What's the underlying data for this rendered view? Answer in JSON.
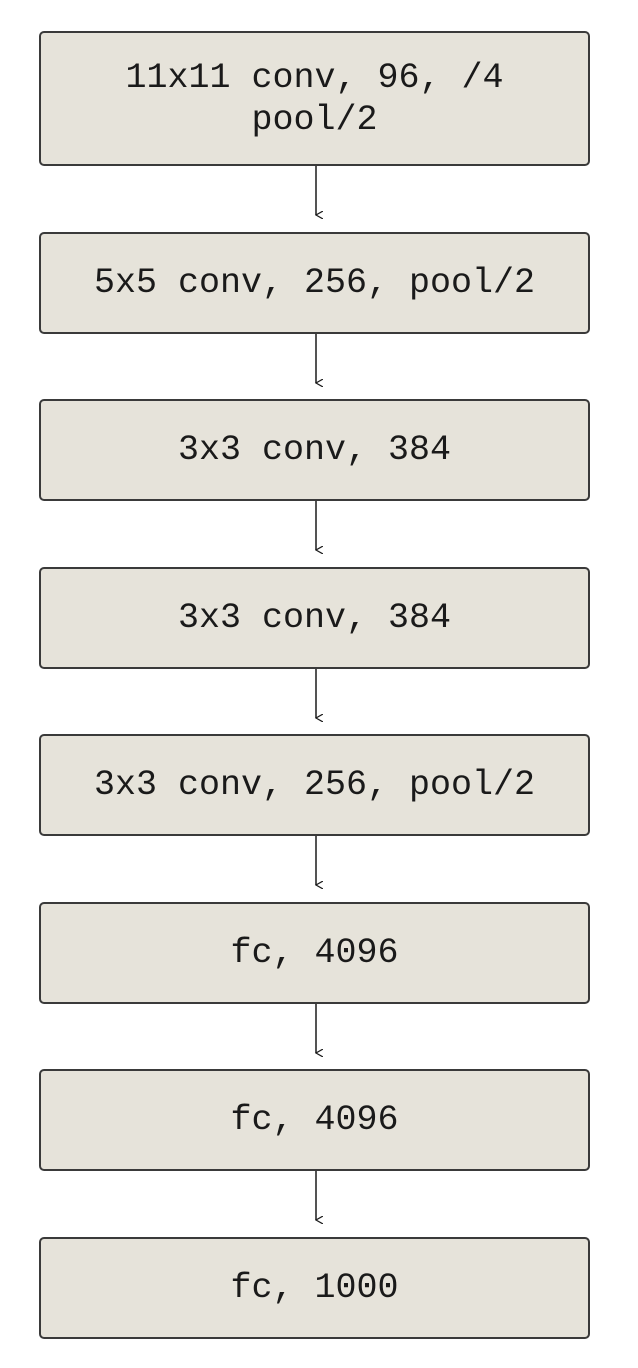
{
  "colors": {
    "box_fill": "#e6e3da",
    "box_border": "#3a3a3a",
    "text": "#1a1a1a",
    "arrow": "#1a1a1a"
  },
  "layers": [
    {
      "line1": "11x11 conv, 96, /4",
      "line2": "pool/2"
    },
    {
      "line1": "5x5 conv, 256, pool/2",
      "line2": ""
    },
    {
      "line1": "3x3 conv, 384",
      "line2": ""
    },
    {
      "line1": "3x3 conv, 384",
      "line2": ""
    },
    {
      "line1": "3x3 conv, 256, pool/2",
      "line2": ""
    },
    {
      "line1": "fc, 4096",
      "line2": ""
    },
    {
      "line1": "fc, 4096",
      "line2": ""
    },
    {
      "line1": "fc, 1000",
      "line2": ""
    }
  ]
}
